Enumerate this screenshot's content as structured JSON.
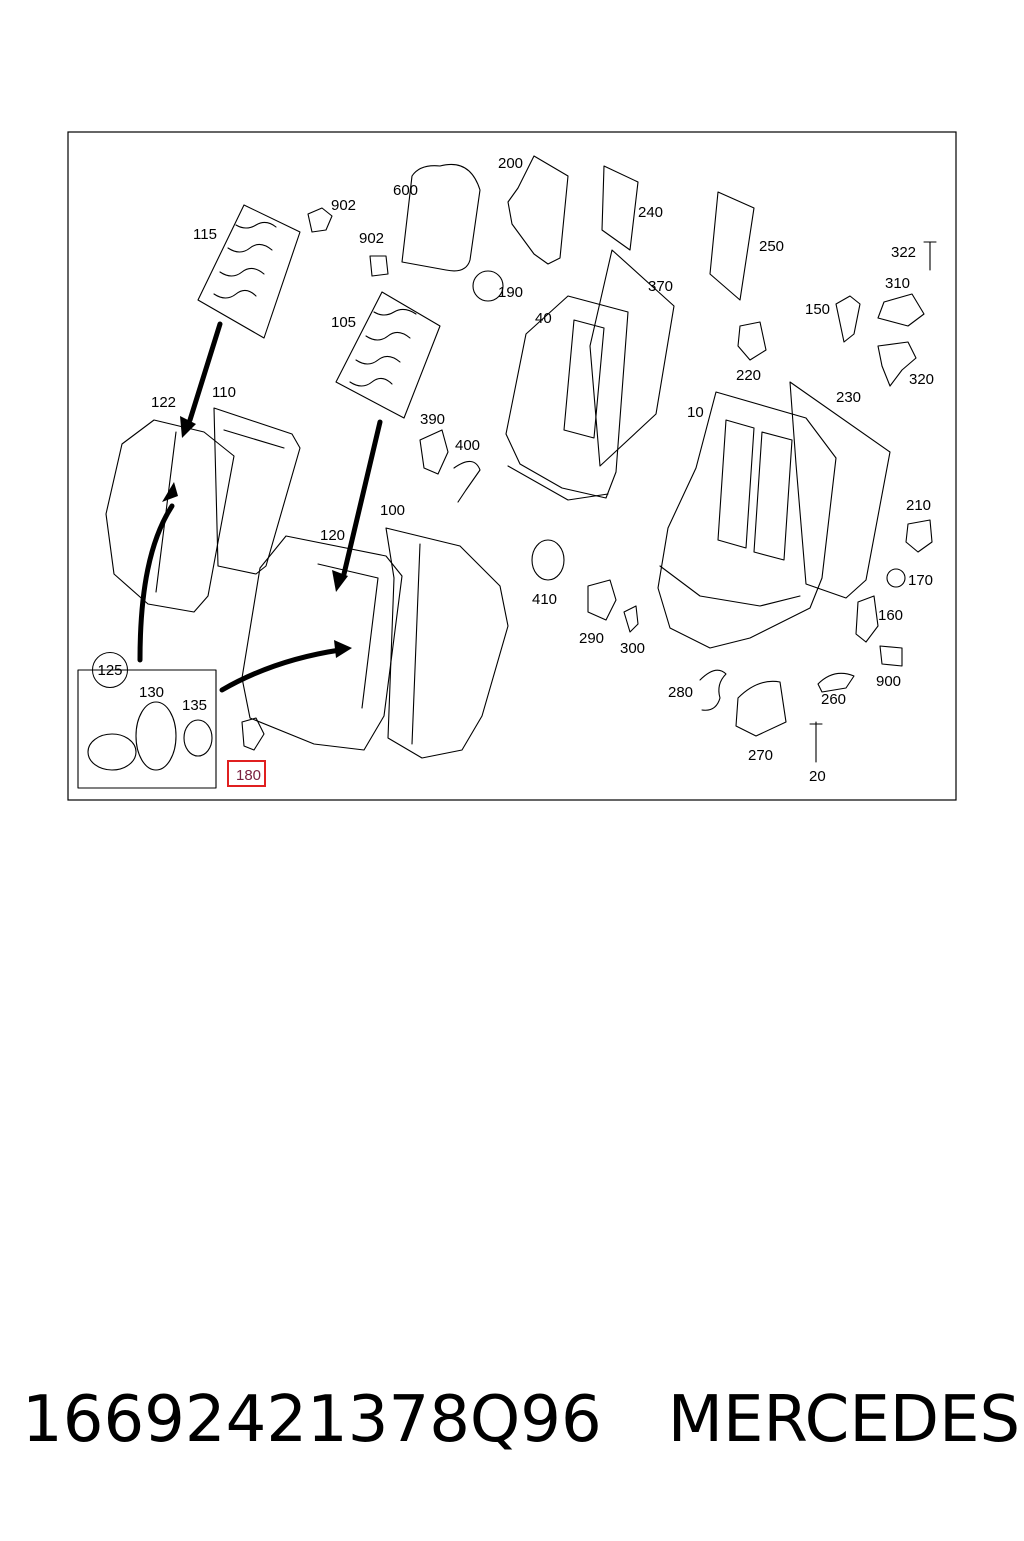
{
  "diagram": {
    "labels": [
      {
        "id": "902a",
        "text": "902"
      },
      {
        "id": "115",
        "text": "115"
      },
      {
        "id": "600",
        "text": "600"
      },
      {
        "id": "200",
        "text": "200"
      },
      {
        "id": "240",
        "text": "240"
      },
      {
        "id": "250",
        "text": "250"
      },
      {
        "id": "322",
        "text": "322"
      },
      {
        "id": "902b",
        "text": "902"
      },
      {
        "id": "190",
        "text": "190"
      },
      {
        "id": "370",
        "text": "370"
      },
      {
        "id": "310",
        "text": "310"
      },
      {
        "id": "105",
        "text": "105"
      },
      {
        "id": "40",
        "text": "40"
      },
      {
        "id": "150",
        "text": "150"
      },
      {
        "id": "220",
        "text": "220"
      },
      {
        "id": "320",
        "text": "320"
      },
      {
        "id": "122",
        "text": "122"
      },
      {
        "id": "110",
        "text": "110"
      },
      {
        "id": "230",
        "text": "230"
      },
      {
        "id": "10",
        "text": "10"
      },
      {
        "id": "390",
        "text": "390"
      },
      {
        "id": "400",
        "text": "400"
      },
      {
        "id": "100",
        "text": "100"
      },
      {
        "id": "210",
        "text": "210"
      },
      {
        "id": "120",
        "text": "120"
      },
      {
        "id": "170",
        "text": "170"
      },
      {
        "id": "410",
        "text": "410"
      },
      {
        "id": "160",
        "text": "160"
      },
      {
        "id": "290",
        "text": "290"
      },
      {
        "id": "300",
        "text": "300"
      },
      {
        "id": "125",
        "text": "125"
      },
      {
        "id": "900",
        "text": "900"
      },
      {
        "id": "130",
        "text": "130"
      },
      {
        "id": "280",
        "text": "280"
      },
      {
        "id": "260",
        "text": "260"
      },
      {
        "id": "135",
        "text": "135"
      },
      {
        "id": "270",
        "text": "270"
      },
      {
        "id": "180",
        "text": "180"
      },
      {
        "id": "20",
        "text": "20"
      }
    ],
    "highlight_color": "#e02020"
  },
  "caption": {
    "part_number": "16692421378Q96",
    "brand": "MERCEDES"
  }
}
